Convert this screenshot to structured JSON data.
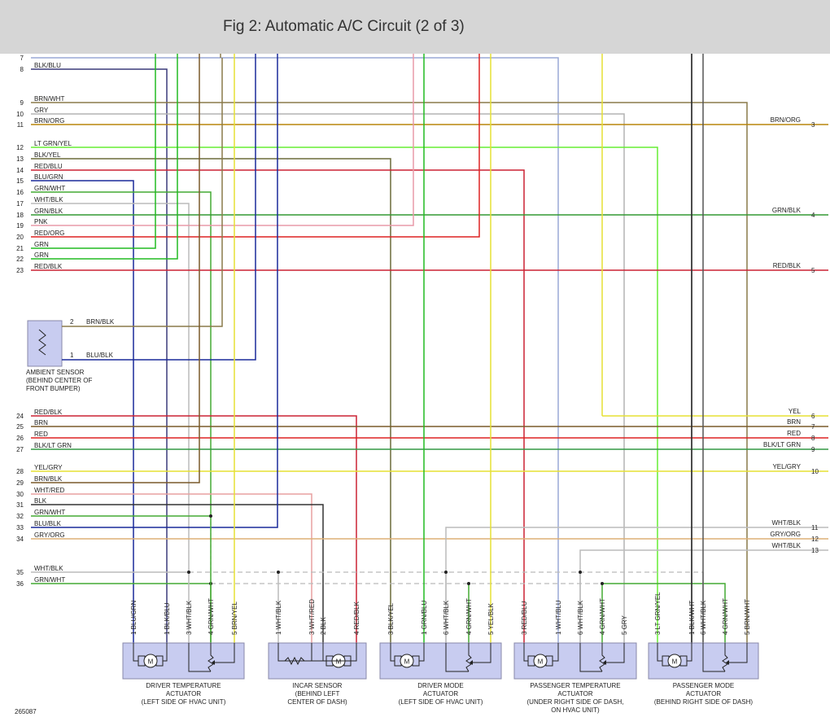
{
  "title": "Fig 2: Automatic A/C Circuit (2 of 3)",
  "figure_id": "265087",
  "left_wires": [
    {
      "pin": "7",
      "label": "",
      "color": "#9aa8d6"
    },
    {
      "pin": "8",
      "label": "BLK/BLU",
      "color": "#3a3a7a"
    },
    {
      "pin": "9",
      "label": "BRN/WHT",
      "color": "#8a7a4a"
    },
    {
      "pin": "10",
      "label": "GRY",
      "color": "#b4b4b4"
    },
    {
      "pin": "11",
      "label": "BRN/ORG",
      "color": "#b8860b"
    },
    {
      "pin": "12",
      "label": "LT GRN/YEL",
      "color": "#66ee33"
    },
    {
      "pin": "13",
      "label": "BLK/YEL",
      "color": "#6b6b3a"
    },
    {
      "pin": "14",
      "label": "RED/BLU",
      "color": "#cc2233"
    },
    {
      "pin": "15",
      "label": "BLU/GRN",
      "color": "#1a2a9a"
    },
    {
      "pin": "16",
      "label": "GRN/WHT",
      "color": "#44aa33"
    },
    {
      "pin": "17",
      "label": "WHT/BLK",
      "color": "#bbbbbb"
    },
    {
      "pin": "18",
      "label": "GRN/BLK",
      "color": "#339933"
    },
    {
      "pin": "19",
      "label": "PNK",
      "color": "#e89aa8"
    },
    {
      "pin": "20",
      "label": "RED/ORG",
      "color": "#dd2222"
    },
    {
      "pin": "21",
      "label": "GRN",
      "color": "#22bb22"
    },
    {
      "pin": "22",
      "label": "GRN",
      "color": "#22bb22"
    },
    {
      "pin": "23",
      "label": "RED/BLK",
      "color": "#cc2233"
    },
    {
      "pin": "24",
      "label": "RED/BLK",
      "color": "#cc2233"
    },
    {
      "pin": "25",
      "label": "BRN",
      "color": "#7a5a2a"
    },
    {
      "pin": "26",
      "label": "RED",
      "color": "#dd2222"
    },
    {
      "pin": "27",
      "label": "BLK/LT GRN",
      "color": "#339944"
    },
    {
      "pin": "28",
      "label": "YEL/GRY",
      "color": "#e6e033"
    },
    {
      "pin": "29",
      "label": "BRN/BLK",
      "color": "#7a5a2a"
    },
    {
      "pin": "30",
      "label": "WHT/RED",
      "color": "#e8a0a0"
    },
    {
      "pin": "31",
      "label": "BLK",
      "color": "#333333"
    },
    {
      "pin": "32",
      "label": "GRN/WHT",
      "color": "#44aa33"
    },
    {
      "pin": "33",
      "label": "BLU/BLK",
      "color": "#1a2a9a"
    },
    {
      "pin": "34",
      "label": "GRY/ORG",
      "color": "#ddb077"
    },
    {
      "pin": "35",
      "label": "WHT/BLK",
      "color": "#bbbbbb"
    },
    {
      "pin": "36",
      "label": "GRN/WHT",
      "color": "#44aa33"
    }
  ],
  "right_wires": [
    {
      "pin": "3",
      "label": "BRN/ORG"
    },
    {
      "pin": "4",
      "label": "GRN/BLK"
    },
    {
      "pin": "5",
      "label": "RED/BLK"
    },
    {
      "pin": "6",
      "label": "YEL"
    },
    {
      "pin": "7",
      "label": "BRN"
    },
    {
      "pin": "8",
      "label": "RED"
    },
    {
      "pin": "9",
      "label": "BLK/LT GRN"
    },
    {
      "pin": "10",
      "label": "YEL/GRY"
    },
    {
      "pin": "11",
      "label": "WHT/BLK"
    },
    {
      "pin": "12",
      "label": "GRY/ORG"
    },
    {
      "pin": "13",
      "label": "WHT/BLK"
    }
  ],
  "ambient_sensor": {
    "pin_labels": [
      "2",
      "1"
    ],
    "wire_labels": [
      "BRN/BLK",
      "BLU/BLK"
    ],
    "caption": [
      "AMBIENT SENSOR",
      "(BEHIND CENTER OF",
      "FRONT BUMPER)"
    ]
  },
  "components": [
    {
      "pins": [
        "1 BLU/GRN",
        "1 BLK/BLU",
        "3 WHT/BLK",
        "4 GRN/WHT",
        "5 BRN/YEL"
      ],
      "caption": [
        "DRIVER TEMPERATURE",
        "ACTUATOR",
        "(LEFT SIDE OF HVAC UNIT)"
      ]
    },
    {
      "pins": [
        "1 WHT/BLK",
        "3 WHT/RED",
        "2 BLK",
        "4 RED/BLK"
      ],
      "caption": [
        "INCAR SENSOR",
        "(BEHIND LEFT",
        "CENTER OF DASH)"
      ]
    },
    {
      "pins": [
        "3 BLK/YEL",
        "1 GRN/BLU",
        "6 WHT/BLK",
        "4 GRN/WHT",
        "5 YEL/BLK"
      ],
      "caption": [
        "DRIVER MODE",
        "ACTUATOR",
        "(LEFT SIDE OF HVAC UNIT)"
      ]
    },
    {
      "pins": [
        "3 RED/BLU",
        "1 WHT/BLU",
        "6 WHT/BLK",
        "4 GRN/WHT",
        "5 GRY"
      ],
      "caption": [
        "PASSENGER TEMPERATURE",
        "ACTUATOR",
        "(UNDER RIGHT SIDE OF DASH,",
        "ON HVAC UNIT)"
      ]
    },
    {
      "pins": [
        "3 LT GRN/YEL",
        "1 BLK/WHT",
        "6 WHT/BLK",
        "4 GRN/WHT",
        "5 BRN/WHT"
      ],
      "caption": [
        "PASSENGER MODE",
        "ACTUATOR",
        "(BEHIND RIGHT SIDE OF DASH)"
      ]
    }
  ],
  "motor_symbol": "M",
  "colors": {
    "header_bg": "#d6d6d6",
    "component_fill": "#c8ccf0",
    "component_stroke": "#8888aa"
  }
}
